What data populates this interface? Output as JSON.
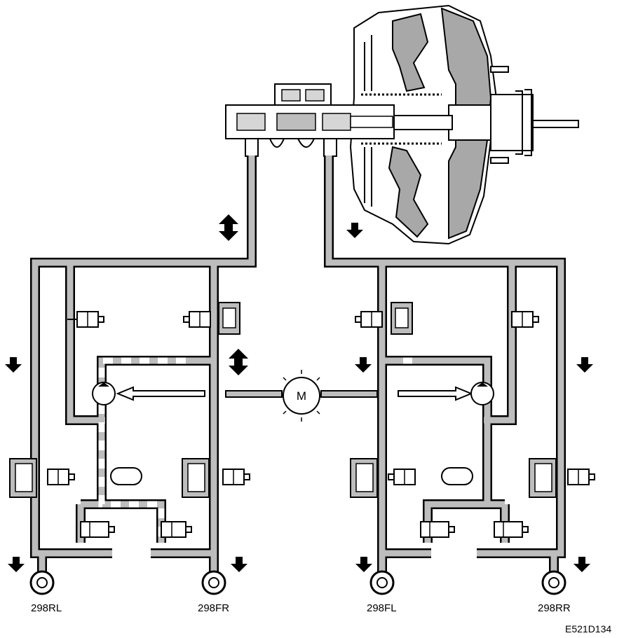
{
  "labels": {
    "rear_left": "298RL",
    "front_right": "298FR",
    "front_left": "298FL",
    "rear_right": "298RR",
    "motor": "M",
    "figure_id": "E521D134"
  },
  "colors": {
    "pipe_fill": "#bdbdbd",
    "outline": "#000000",
    "background": "#ffffff",
    "booster_shade": "#a8a8a8"
  },
  "icons": [
    "brake-booster-icon",
    "master-cylinder-icon",
    "motor-icon",
    "pump-icon",
    "solenoid-valve-icon",
    "check-valve-icon",
    "accumulator-icon",
    "wheel-brake-icon",
    "flow-arrow-icon"
  ]
}
